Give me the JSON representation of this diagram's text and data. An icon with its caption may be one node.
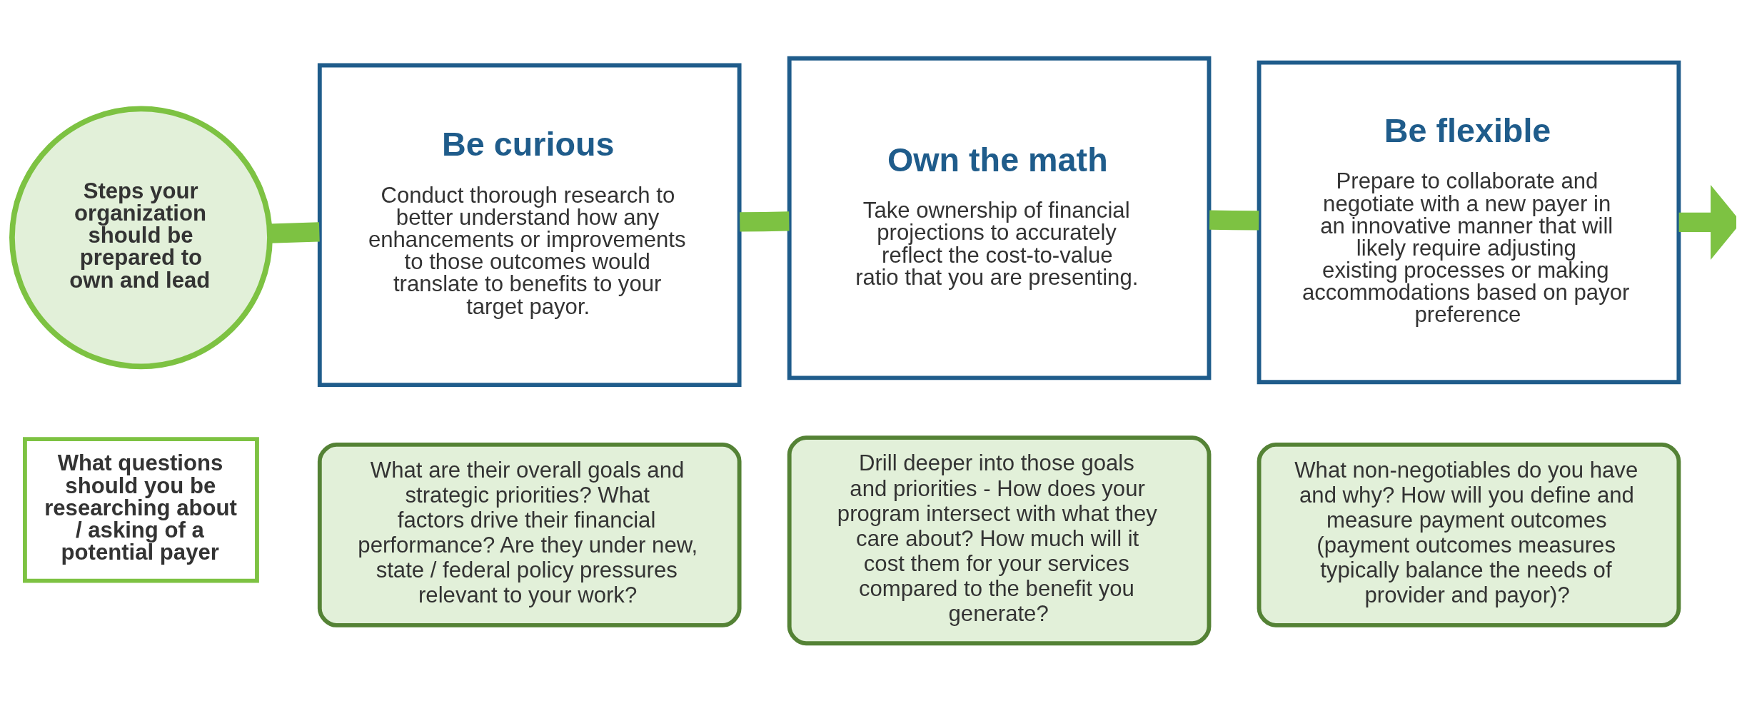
{
  "diagram": {
    "nodes": [
      {
        "text": [
          "Steps your organization should be prepared to own and lead"
        ]
      },
      {
        "text": [
          "Be curious",
          "Conduct thorough research to better understand how any enhancements or improvements to those outcomes would translate to benefits to your target payor."
        ]
      },
      {
        "text": [
          "Own the math",
          "Take ownership of financial projections to accurately reflect the cost-to-value ratio that you are presenting."
        ]
      },
      {
        "text": [
          "Be flexible",
          "Prepare to collaborate and negotiate with a new payer in an innovative manner that will likely require adjusting existing processes or making accommodations based on payor preference"
        ]
      },
      {
        "text": [
          "What questions should you be researching about / asking of a potential payer"
        ]
      },
      {
        "text": [
          "What are their overall goals and strategic priorities? What factors drive their financial performance? Are they under new, state / federal policy pressures relevant to your work?"
        ]
      },
      {
        "text": [
          "Drill deeper into those goals and priorities - How does your program intersect with what they care about? How much will it cost them for your services compared to the benefit you generate?"
        ]
      },
      {
        "text": [
          "What non-negotiables do you have and why? How will you define and measure payment outcomes (payment outcomes measures typically balance the needs of provider and payor)?"
        ]
      }
    ],
    "edges": [
      {
        "from": 0,
        "to": 1,
        "arrow": "none"
      },
      {
        "from": 1,
        "to": 2,
        "arrow": "none"
      },
      {
        "from": 2,
        "to": 3,
        "arrow": "none"
      },
      {
        "from": 3,
        "to": null,
        "arrow": "to"
      }
    ]
  }
}
